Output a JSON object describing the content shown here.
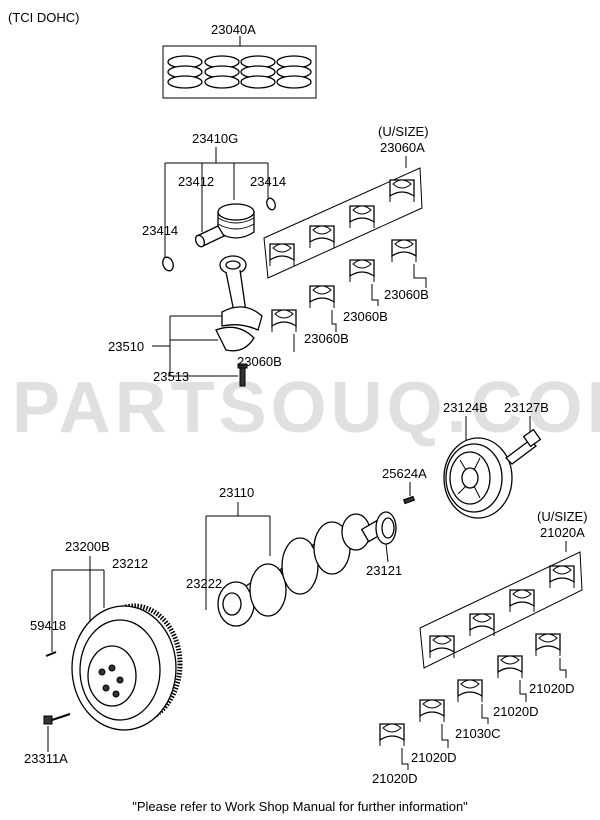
{
  "header": {
    "engine_label": "(TCI DOHC)"
  },
  "watermark": "PARTSOUQ.COM",
  "footer": {
    "note": "\"Please refer to Work Shop Manual for further information\""
  },
  "callouts": {
    "piston_ring_set": "23040A",
    "piston_pin_assembly": "23410G",
    "piston_pin": "23412",
    "snap_ring_right": "23414",
    "snap_ring_left": "23414",
    "con_rod_bearing_set_usize_label": "(U/SIZE)",
    "con_rod_bearing_set": "23060A",
    "con_rod_bearing_b1": "23060B",
    "con_rod_bearing_b2": "23060B",
    "con_rod_bearing_b3": "23060B",
    "con_rod_bearing_b4": "23060B",
    "connecting_rod": "23510",
    "con_rod_bolt": "23513",
    "damper_pulley": "23124B",
    "pulley_bolt": "23127B",
    "woodruff_key": "25624A",
    "crankshaft_assembly": "23110",
    "crank_pin": "23222",
    "sprocket": "23121",
    "flywheel_assembly": "23200B",
    "ring_gear": "23212",
    "dowel_pin": "59418",
    "flywheel_bolt": "23311A",
    "main_bearing_set_usize_label": "(U/SIZE)",
    "main_bearing_set": "21020A",
    "main_bearing_d1": "21020D",
    "main_bearing_d2": "21020D",
    "thrust_bearing": "21030C",
    "main_bearing_d3": "21020D",
    "main_bearing_d4": "21020D"
  }
}
